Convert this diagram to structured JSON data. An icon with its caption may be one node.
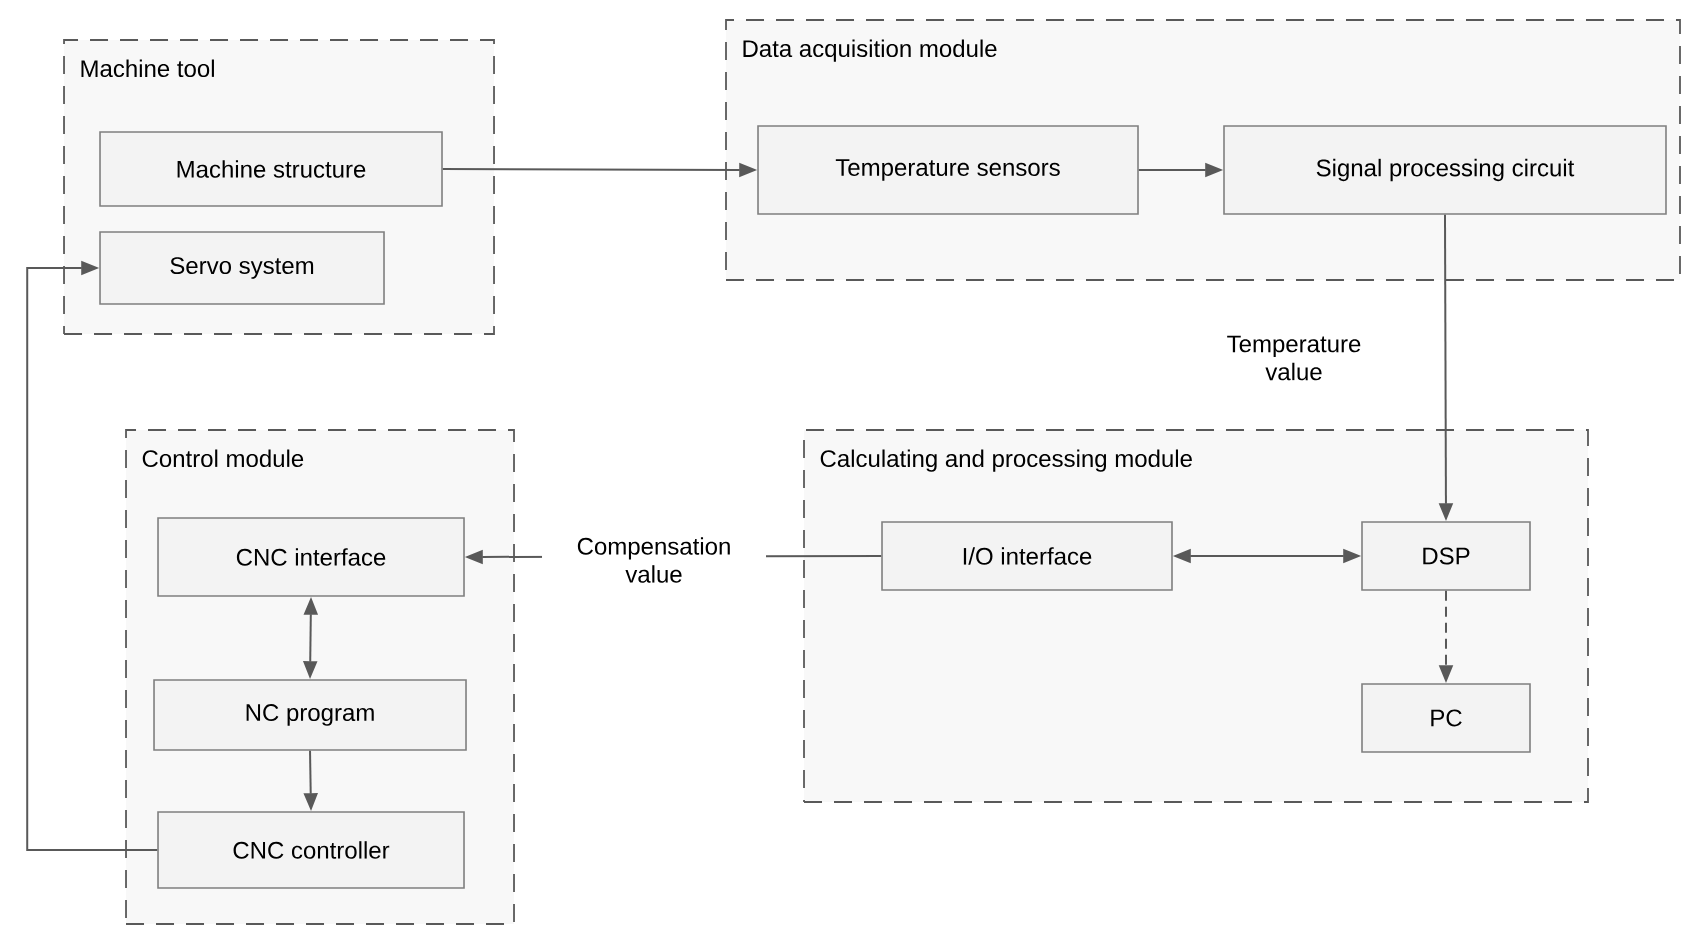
{
  "diagram": {
    "nodes": [
      {
        "text": [
          "Machine tool"
        ]
      },
      {
        "text": [
          "Machine structure"
        ],
        "in": 0
      },
      {
        "text": [
          "Servo system"
        ],
        "in": 0
      },
      {
        "text": [
          "Data acquisition module"
        ]
      },
      {
        "text": [
          "Temperature sensors"
        ],
        "in": 3
      },
      {
        "text": [
          "Signal processing circuit"
        ],
        "in": 3
      },
      {
        "text": [
          "Control module"
        ]
      },
      {
        "text": [
          "CNC interface"
        ],
        "in": 6
      },
      {
        "text": [
          "NC program"
        ],
        "in": 6
      },
      {
        "text": [
          "CNC controller"
        ],
        "in": 6
      },
      {
        "text": [
          "Calculating and processing module"
        ]
      },
      {
        "text": [
          "I/O interface"
        ],
        "in": 10
      },
      {
        "text": [
          "DSP"
        ],
        "in": 10
      },
      {
        "text": [
          "PC"
        ],
        "in": 10
      }
    ],
    "edges": [
      {
        "from": 1,
        "to": 4,
        "arrow": "to"
      },
      {
        "from": 4,
        "to": 5,
        "arrow": "to"
      },
      {
        "from": 5,
        "to": 12,
        "arrow": "to",
        "label": "Temperature value"
      },
      {
        "from": 11,
        "to": 7,
        "arrow": "to",
        "label": "Compensation value"
      },
      {
        "from": 11,
        "to": 12,
        "arrow": "both"
      },
      {
        "from": 7,
        "to": 8,
        "arrow": "both"
      },
      {
        "from": 8,
        "to": 9,
        "arrow": "to"
      },
      {
        "from": 12,
        "to": 13,
        "arrow": "to",
        "style": "dashed"
      },
      {
        "from": 9,
        "to": 2,
        "arrow": "to"
      }
    ]
  }
}
